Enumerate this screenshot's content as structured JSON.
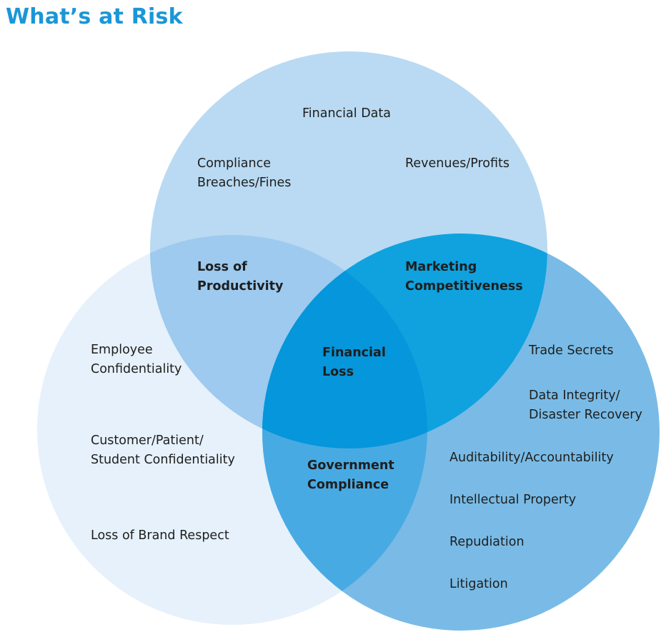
{
  "title": "What’s at Risk",
  "colors": {
    "title": "#1b96d8",
    "top_circle": "#b9daf2",
    "left_circle": "#e6f1fb",
    "right_circle": "#79bbe6",
    "top_left_overlap": "#9dcaee",
    "top_right_overlap": "#0fa2df",
    "left_right_overlap": "#48aae3",
    "center": "#0596db"
  },
  "top_circle": {
    "items": [
      {
        "lines": [
          "Financial Data"
        ]
      },
      {
        "lines": [
          "Compliance",
          "Breaches/Fines"
        ]
      },
      {
        "lines": [
          "Revenues/Profits"
        ]
      }
    ]
  },
  "left_circle": {
    "items": [
      {
        "lines": [
          "Employee",
          "Confidentiality"
        ]
      },
      {
        "lines": [
          "Customer/Patient/",
          "Student Confidentiality"
        ]
      },
      {
        "lines": [
          "Loss of Brand Respect"
        ]
      }
    ]
  },
  "right_circle": {
    "items": [
      {
        "lines": [
          "Trade Secrets"
        ]
      },
      {
        "lines": [
          "Data Integrity/",
          "Disaster Recovery"
        ]
      },
      {
        "lines": [
          "Auditability/Accountability"
        ]
      },
      {
        "lines": [
          "Intellectual Property"
        ]
      },
      {
        "lines": [
          "Repudiation"
        ]
      },
      {
        "lines": [
          "Litigation"
        ]
      }
    ]
  },
  "overlaps": {
    "top_left": {
      "lines": [
        "Loss of",
        "Productivity"
      ]
    },
    "top_right": {
      "lines": [
        "Marketing",
        "Competitiveness"
      ]
    },
    "left_right": {
      "lines": [
        "Government",
        "Compliance"
      ]
    },
    "center": {
      "lines": [
        "Financial",
        "Loss"
      ]
    }
  }
}
